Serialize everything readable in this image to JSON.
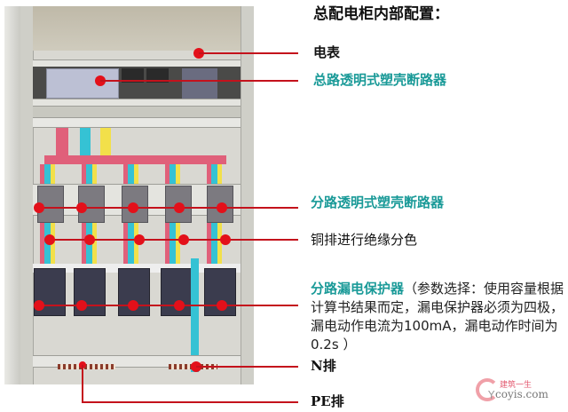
{
  "title": "总配电柜内部配置：",
  "labels": {
    "meter": "电表",
    "main_breaker": "总路透明式塑壳断路器",
    "branch_breaker": "分路透明式塑壳断路器",
    "busbar_color": "铜排进行绝缘分色",
    "rcd_title": "分路漏电保护器",
    "rcd_desc": "（参数选择：使用容量根据计算书结果而定，漏电保护器必须为四极，漏电动作电流为100mA，漏电动作时间为0.2s ）",
    "n_bar": "N排",
    "pe_bar": "PE排"
  },
  "watermark": {
    "cn": "建筑一生",
    "en": "coyis.com"
  },
  "colors": {
    "marker": "#e3101a",
    "teal": "#1a9a98",
    "text": "#111111"
  },
  "photo": {
    "subject": "distribution-cabinet-photo"
  }
}
